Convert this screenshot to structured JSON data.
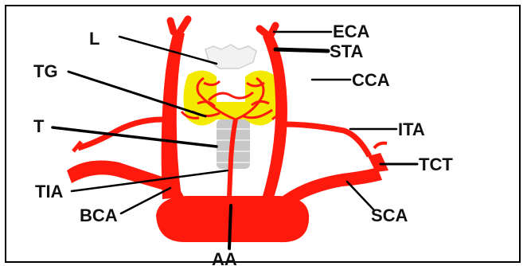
{
  "colors": {
    "artery": "#ff1a0d",
    "thyroid": "#f4ea00",
    "trachea": "#c8c8c8",
    "leader": "#000000",
    "frame": "#000000"
  },
  "labels": {
    "L": "L",
    "TG": "TG",
    "T": "T",
    "TIA": "TIA",
    "BCA": "BCA",
    "AA": "AA",
    "ECA": "ECA",
    "STA": "STA",
    "CCA": "CCA",
    "ITA": "ITA",
    "TCT": "TCT",
    "SCA": "SCA"
  }
}
